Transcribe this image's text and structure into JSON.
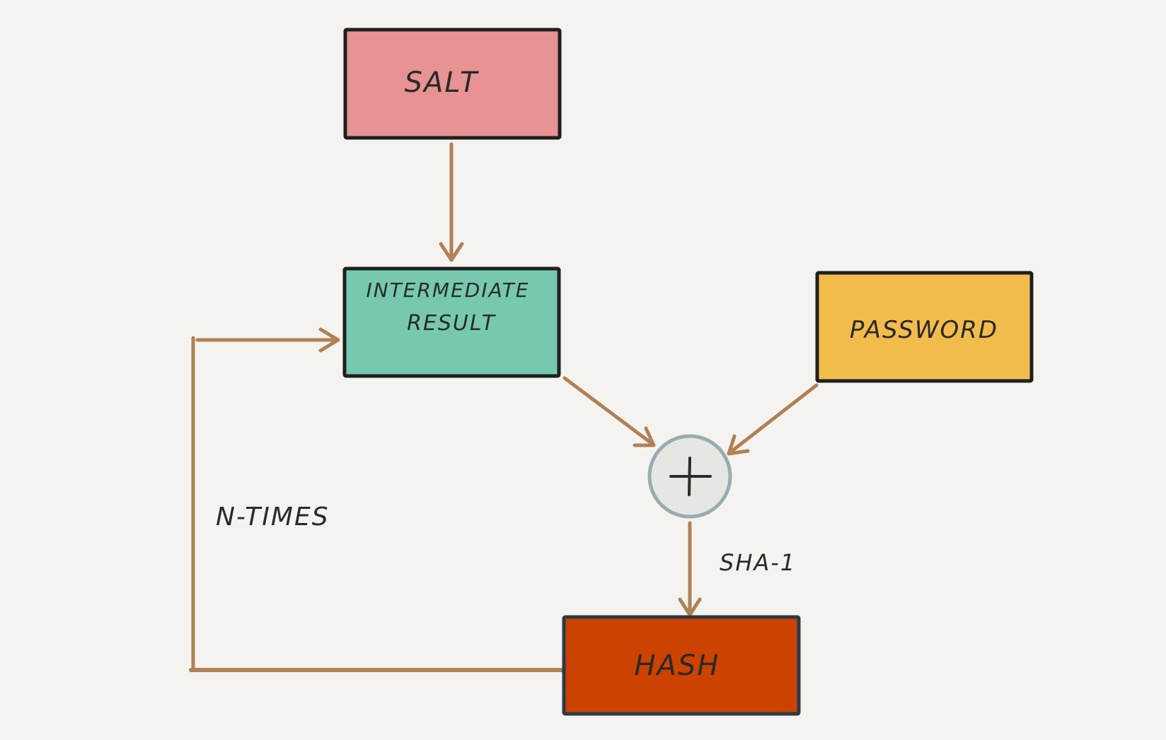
{
  "diagram": {
    "nodes": {
      "salt": {
        "label": "SALT",
        "fill": "#e89393"
      },
      "intermediate": {
        "line1": "INTERMEDIATE",
        "line2": "RESULT",
        "fill": "#76c9b0"
      },
      "password": {
        "label": "PASSWORD",
        "fill": "#f2bc4d"
      },
      "hash": {
        "label": "HASH",
        "fill": "#cc4200"
      },
      "combine": {
        "symbol": "+",
        "fill": "#e6e7e3",
        "stroke": "#98acb0"
      }
    },
    "labels": {
      "sha": "SHA-1",
      "ntimes": "N-TIMES"
    },
    "colors": {
      "arrow": "#b08156",
      "outline": "#1f1f1f",
      "hash_outline": "#2b3a45",
      "background": "#f4f3ef"
    },
    "edges": [
      {
        "from": "salt",
        "to": "intermediate"
      },
      {
        "from": "intermediate",
        "to": "combine"
      },
      {
        "from": "password",
        "to": "combine"
      },
      {
        "from": "combine",
        "to": "hash",
        "label": "SHA-1"
      },
      {
        "from": "hash",
        "to": "intermediate",
        "label": "N-TIMES"
      }
    ]
  }
}
